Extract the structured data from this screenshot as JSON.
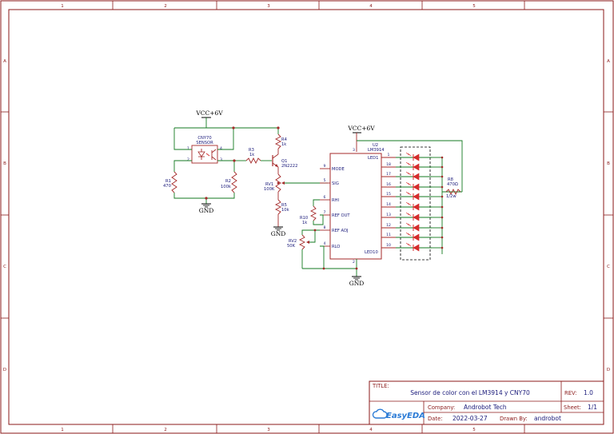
{
  "frame": {
    "columns": [
      "1",
      "2",
      "3",
      "4",
      "5"
    ],
    "rows": [
      "A",
      "B",
      "C",
      "D"
    ]
  },
  "power": {
    "vcc_left": "VCC+6V",
    "vcc_right": "VCC+6V",
    "gnd1": "GND",
    "gnd2": "GND",
    "gnd3": "GND"
  },
  "sensor": {
    "name": "CNY70",
    "label": "SENSOR",
    "pins": [
      "1",
      "2",
      "3",
      "4"
    ]
  },
  "components": {
    "r1": {
      "ref": "R1",
      "value": "470"
    },
    "r2": {
      "ref": "R2",
      "value": "100k"
    },
    "r3": {
      "ref": "R3",
      "value": "1k"
    },
    "r4": {
      "ref": "R4",
      "value": "1k"
    },
    "q1": {
      "ref": "Q1",
      "value": "2N2222"
    },
    "rv1": {
      "ref": "RV1",
      "value": "100K"
    },
    "r5": {
      "ref": "R5",
      "value": "10k"
    },
    "r10": {
      "ref": "R10",
      "value": "1k"
    },
    "rv2": {
      "ref": "RV2",
      "value": "50K"
    },
    "r8": {
      "ref": "R8",
      "value": "470Ω",
      "power": "1/2w"
    }
  },
  "ic": {
    "ref": "U2",
    "part": "LM3914",
    "left_pins": [
      {
        "num": "9",
        "name": "MODE"
      },
      {
        "num": "5",
        "name": "SIG"
      },
      {
        "num": "6",
        "name": "RHI"
      },
      {
        "num": "7",
        "name": "REF OUT"
      },
      {
        "num": "8",
        "name": "REF ADJ"
      },
      {
        "num": "4",
        "name": "RLO"
      }
    ],
    "right_pins": [
      "1",
      "18",
      "17",
      "16",
      "15",
      "14",
      "13",
      "12",
      "11",
      "10"
    ],
    "led_first": "LED1",
    "led_last": "LED10",
    "top_pin": "3",
    "bottom_pin": "2"
  },
  "title_block": {
    "title_label": "TITLE:",
    "title": "Sensor de color con el LM3914 y CNY70",
    "rev_label": "REV:",
    "rev": "1.0",
    "company_label": "Company:",
    "company": "Androbot Tech",
    "sheet_label": "Sheet:",
    "sheet": "1/1",
    "date_label": "Date:",
    "date": "2022-03-27",
    "drawn_label": "Drawn By:",
    "drawn": "androbot",
    "logo": "EasyEDA"
  }
}
